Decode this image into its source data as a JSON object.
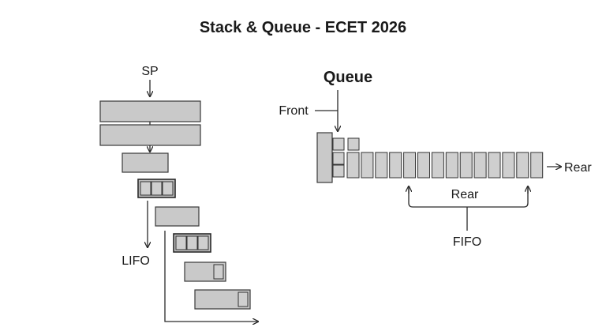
{
  "title": "Stack & Queue - ECET 2026",
  "stack": {
    "pointer_label": "SP",
    "principle_label": "LIFO"
  },
  "queue": {
    "heading": "Queue",
    "front_label": "Front",
    "rear_label_end": "Rear",
    "rear_label_brace": "Rear",
    "principle_label": "FIFO",
    "cell_count": 14
  }
}
